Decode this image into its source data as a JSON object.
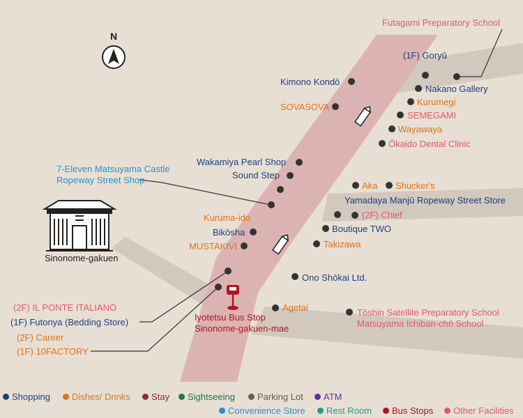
{
  "compass": {
    "north_label": "N"
  },
  "landmark": {
    "name": "Sinonome-gakuen"
  },
  "bus_stop": {
    "line1": "Iyotetsu Bus Stop",
    "line2": "Sinonome-gakuen-mae"
  },
  "places": {
    "futagami": "Futagami Preparatory School",
    "goryu": "(1F) Goryū",
    "kimono_kondo": "Kimono Kondō",
    "nakano_gallery": "Nakano Gallery",
    "kurumegi": "Kurumegi",
    "sovasova": "SOVASOVA",
    "semegami": "SEMEGAMI",
    "wayawaya": "Wayawaya",
    "okaido_dental": "Ōkaido Dental Clinic",
    "wakamiya_pearl": "Wakamiya Pearl Shop",
    "sound_step": "Sound Step",
    "seven_eleven_1": "7-Eleven Matsuyama Castle",
    "seven_eleven_2": "Ropeway Street Shop",
    "aka": "Aka",
    "shuckers": "Shucker's",
    "yamadaya": "Yamadaya Manjū Ropeway Street Store",
    "chief": "(2F) Chief",
    "kuruma_ido": "Kuruma-ido",
    "boutique_two": "Boutique TWO",
    "bikosha": "Bikōsha",
    "mustakivi": "MUSTAKIVI",
    "takizawa": "Takizawa",
    "ono_shokai": "Ono Shōkai Ltd.",
    "ponte_italiano": "(2F) IL PONTE ITALIANO",
    "futonya": "(1F) Futonya (Bedding Store)",
    "career": "(2F) Career",
    "tenfactory": "(1F) 10FACTORY",
    "agetai": "Agetai",
    "toshin": "Tōshin Satellite Preparatory School",
    "ichibancho": "Matsuyama Ichiban-chō School"
  },
  "legend": [
    {
      "label": "Shopping",
      "color": "#1d3f7d"
    },
    {
      "label": "Dishes/ Drinks",
      "color": "#e0711b"
    },
    {
      "label": "Stay",
      "color": "#8b3030"
    },
    {
      "label": "Sightseeing",
      "color": "#1a7a3f"
    },
    {
      "label": "Parking Lot",
      "color": "#6b5a4e"
    },
    {
      "label": "ATM",
      "color": "#6a2ca0"
    },
    {
      "label": "Convenience Store",
      "color": "#2a8fcf"
    },
    {
      "label": "Rest Room",
      "color": "#1f9b8a"
    },
    {
      "label": "Bus Stops",
      "color": "#b0141e"
    },
    {
      "label": "Other Facilities",
      "color": "#e05a68"
    }
  ],
  "colors": {
    "background": "#e7dfd4",
    "main_road": "#dcb3b3",
    "side_road": "#d2c8bd",
    "marker": "#333333",
    "bus_stop": "#b0141e"
  }
}
